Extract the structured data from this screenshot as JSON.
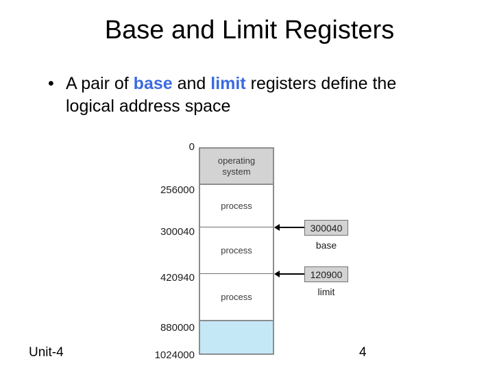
{
  "slide": {
    "title": "Base and Limit Registers",
    "bullets": [
      {
        "marker": "•",
        "pre": "A pair of ",
        "kw1": "base",
        "mid": " and ",
        "kw2": "limit",
        "post": " registers define the logical address space"
      }
    ],
    "accent_color": "#3b6ae1"
  },
  "figure": {
    "name": "base-limit-memory-map",
    "segments": [
      {
        "id": "os",
        "label": "operating\nsystem",
        "label_line1": "operating",
        "label_line2": "system",
        "fill": "#d3d3d3"
      },
      {
        "id": "process1",
        "label": "process",
        "fill": "#ffffff"
      },
      {
        "id": "process2",
        "label": "process",
        "fill": "#ffffff"
      },
      {
        "id": "process3",
        "label": "process",
        "fill": "#ffffff"
      },
      {
        "id": "free",
        "label": "",
        "fill": "#c5e8f7"
      }
    ],
    "addresses": [
      "0",
      "256000",
      "300040",
      "420940",
      "880000",
      "1024000"
    ],
    "registers": [
      {
        "id": "base",
        "value": "300040",
        "caption": "base"
      },
      {
        "id": "limit",
        "value": "120900",
        "caption": "limit"
      }
    ],
    "border_color": "#8a8d8f"
  },
  "footer": {
    "unit": "Unit-4",
    "page": "4"
  }
}
